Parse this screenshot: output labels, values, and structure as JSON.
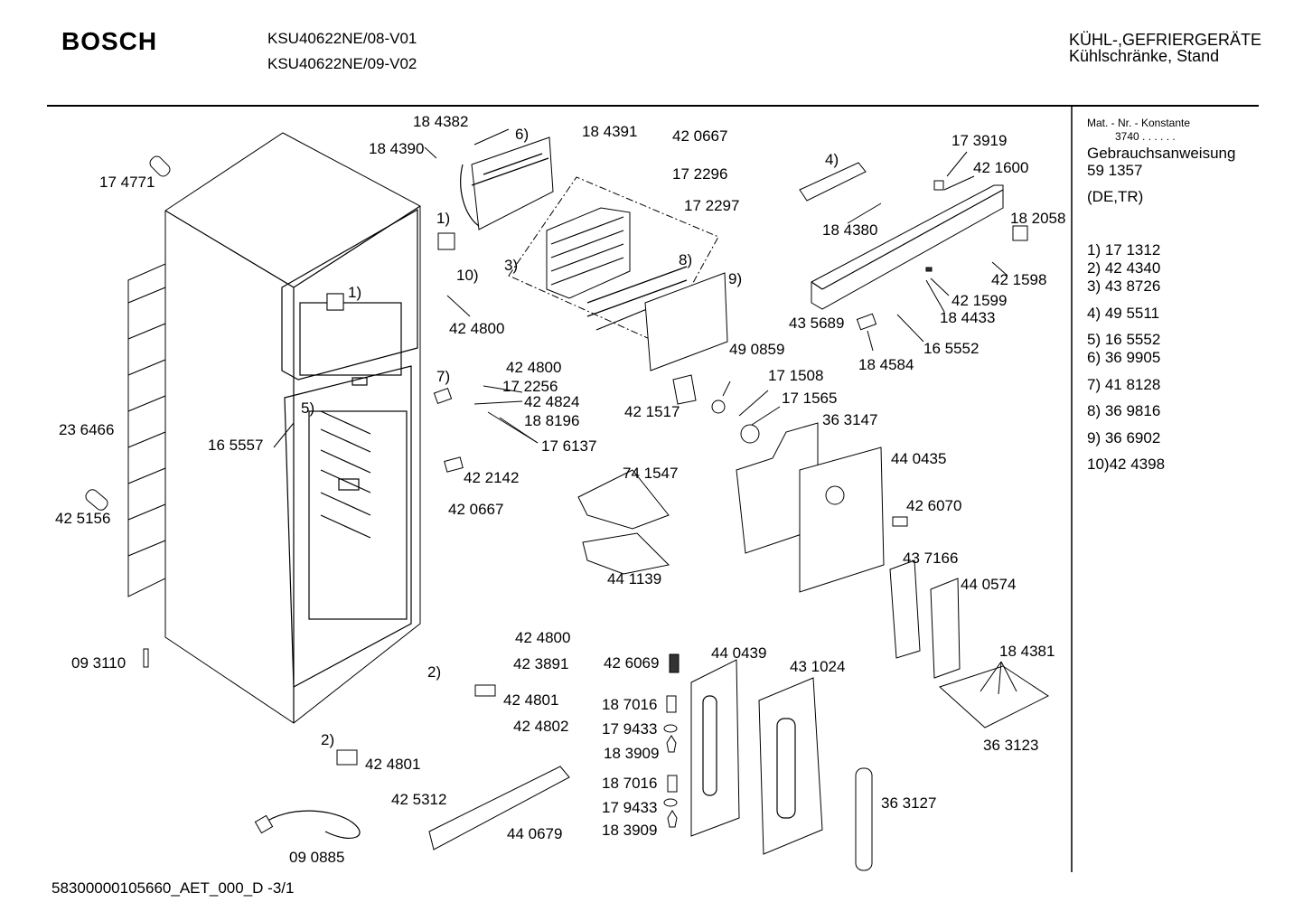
{
  "header": {
    "brand": "BOSCH",
    "models": [
      "KSU40622NE/08-V01",
      "KSU40622NE/09-V02"
    ],
    "category": "KÜHL-,GEFRIERGERÄTE",
    "subcategory": "Kühlschränke, Stand"
  },
  "sidebar": {
    "mat_label": "Mat. - Nr. - Konstante",
    "mat_value": "3740 . .   . . . .",
    "doc_title": "Gebrauchsanweisung",
    "doc_number": "59 1357",
    "doc_lang": "(DE,TR)",
    "parts": [
      "1) 17 1312",
      "2) 42 4340",
      "3) 43 8726",
      "4) 49 5511",
      "5) 16 5552",
      "6) 36 9905",
      "7) 41 8128",
      "8) 36 9816",
      "9) 36 6902",
      "10)42 4398"
    ]
  },
  "footer": {
    "doc_id": "58300000105660_AET_000_D  -3/1"
  },
  "labels": [
    "18 4382",
    "6)",
    "18 4391",
    "42 0667",
    "18 4390",
    "17 2296",
    "17 2297",
    "17 4771",
    "1)",
    "3)",
    "8)",
    "9)",
    "10)",
    "42 4800",
    "1)",
    "4)",
    "17 3919",
    "42 1600",
    "18 2058",
    "18 4380",
    "42 1598",
    "42 1599",
    "18 4433",
    "43 5689",
    "16 5552",
    "18 4584",
    "7)",
    "42 4800",
    "17 2256",
    "42 4824",
    "18 8196",
    "17 6137",
    "49 0859",
    "17 1508",
    "17 1565",
    "42 1517",
    "36 3147",
    "23 6466",
    "16 5557",
    "5)",
    "42 2142",
    "74 1547",
    "44 0435",
    "42 6070",
    "42 0667",
    "42 5156",
    "44 1139",
    "43 7166",
    "44 0574",
    "09 3110",
    "2)",
    "42 4800",
    "42 3891",
    "42 6069",
    "44 0439",
    "43 1024",
    "18 4381",
    "42 4801",
    "18 7016",
    "42 4802",
    "17 9433",
    "36 3123",
    "2)",
    "18 3909",
    "42 4801",
    "18 7016",
    "42 5312",
    "17 9433",
    "36 3127",
    "44 0679",
    "18 3909",
    "09 0885"
  ]
}
